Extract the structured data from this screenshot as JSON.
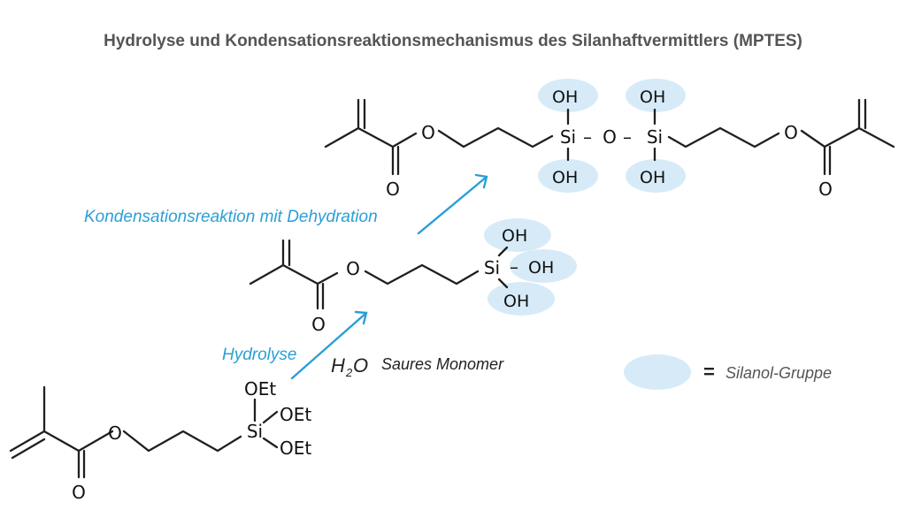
{
  "title": "Hydrolyse und Kondensationsreaktionsmechanismus des Silanhaftvermittlers (MPTES)",
  "labels": {
    "condensation": "Kondensationsreaktion mit Dehydration",
    "hydrolysis": "Hydrolyse",
    "monomer": "Saures Monomer",
    "legend_symbol": "=",
    "legend_text": "Silanol-Gruppe"
  },
  "water": {
    "main": "H",
    "sub": "2",
    "tail": "O"
  },
  "atoms": {
    "si": "Si",
    "o": "O",
    "oh": "OH",
    "oet": "OEt",
    "dash": "–"
  },
  "colors": {
    "accent": "#2a9fd8",
    "silanol_group": "#d6ebf7",
    "title": "#555555"
  }
}
